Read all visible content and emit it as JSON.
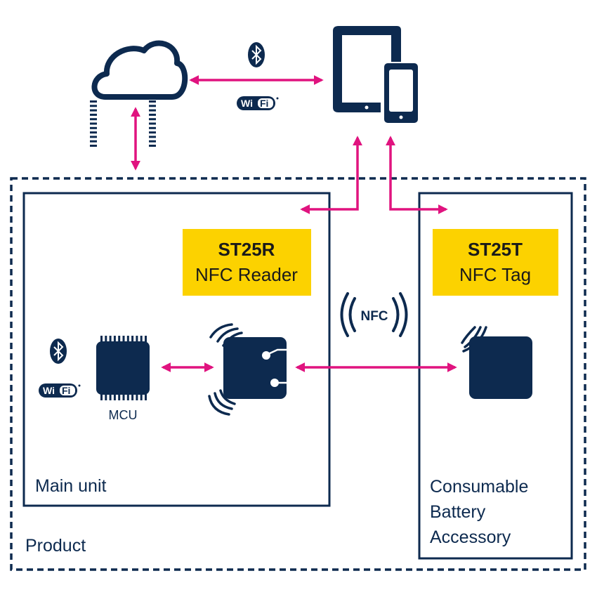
{
  "colors": {
    "navy": "#0d2a4f",
    "magenta": "#e0137f",
    "yellow": "#fcd200",
    "background": "#ffffff"
  },
  "icons": {
    "cloud": "cloud-icon",
    "tablet": "tablet-icon",
    "phone": "smartphone-icon",
    "bluetooth": "bluetooth-icon",
    "wifi": "wifi-icon",
    "mcu": "chip-icon",
    "nfc_reader": "nfc-reader-chip-icon",
    "nfc_tag": "nfc-tag-icon",
    "nfc_symbol": "nfc-icon"
  },
  "top": {
    "wifi_left": "Wi",
    "wifi_right": "Fi"
  },
  "main_unit": {
    "label": "Main unit",
    "chip_title": "ST25R",
    "chip_subtitle": "NFC Reader",
    "mcu_label": "MCU",
    "wifi_left": "Wi",
    "wifi_right": "Fi"
  },
  "accessory": {
    "chip_title": "ST25T",
    "chip_subtitle": "NFC Tag",
    "label_lines": [
      "Consumable",
      "Battery",
      "Accessory"
    ]
  },
  "nfc_symbol_text": "NFC",
  "product_label": "Product"
}
